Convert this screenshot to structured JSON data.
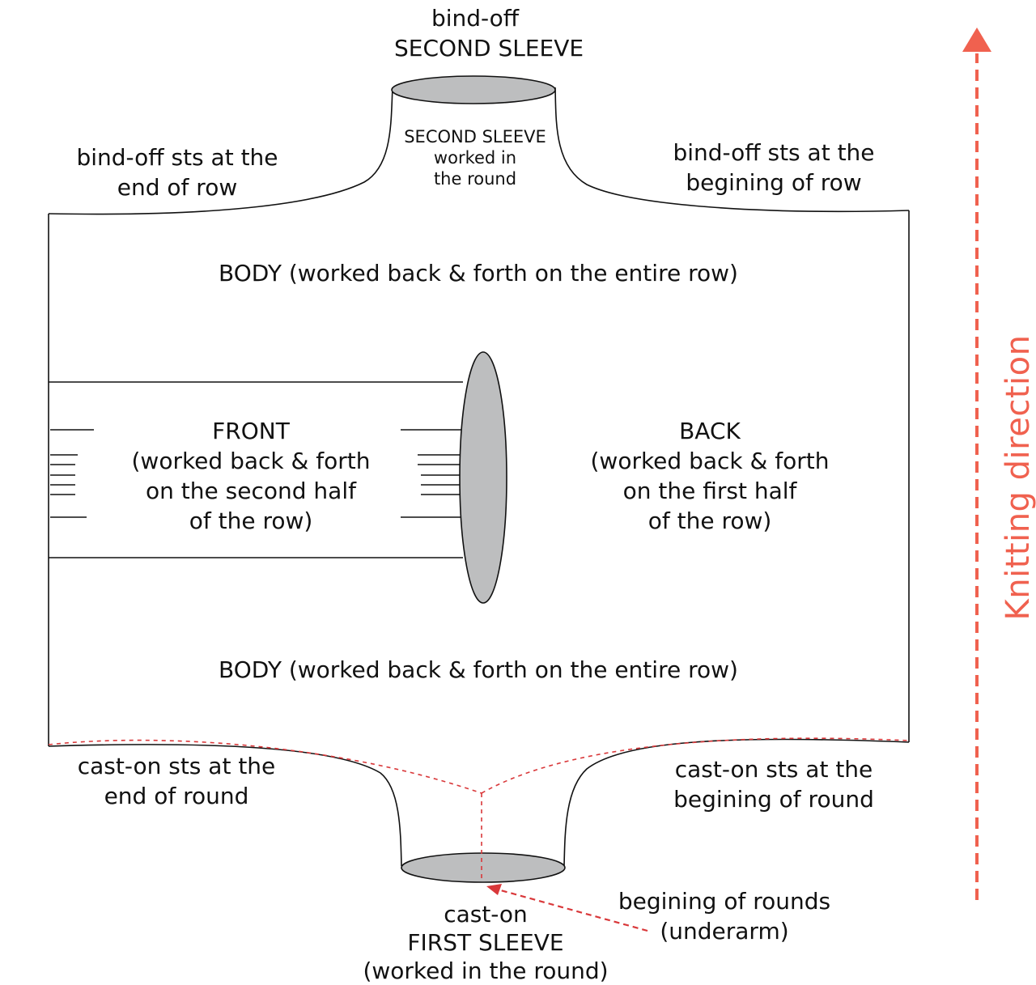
{
  "top": {
    "title_line1": "bind-off",
    "title_line2": "SECOND SLEEVE",
    "sleeve_label": [
      "SECOND SLEEVE",
      "worked in",
      "the round"
    ],
    "left_note": [
      "bind-off sts at the",
      "end of row"
    ],
    "right_note": [
      "bind-off sts at the",
      "begining of row"
    ]
  },
  "body": {
    "upper_label": "BODY (worked back & forth on the entire row)",
    "lower_label": "BODY (worked back & forth on the entire row)",
    "front_label": [
      "FRONT",
      "(worked back & forth",
      "on the second half",
      "of the row)"
    ],
    "back_label": [
      "BACK",
      "(worked back & forth",
      "on the first half",
      "of the row)"
    ]
  },
  "bottom": {
    "left_note": [
      "cast-on sts at the",
      "end of round"
    ],
    "right_note": [
      "cast-on sts at the",
      "begining of round"
    ],
    "rounds_note": [
      "begining of rounds",
      "(underarm)"
    ],
    "sleeve_title": [
      "cast-on",
      "FIRST SLEEVE",
      "(worked in the round)"
    ]
  },
  "side": {
    "direction_label": "Knitting direction"
  },
  "colors": {
    "line": "#111111",
    "sleeve_fill": "#bdbebf",
    "accent_red": "#d9383a",
    "arrow_orange": "#f0614f"
  }
}
